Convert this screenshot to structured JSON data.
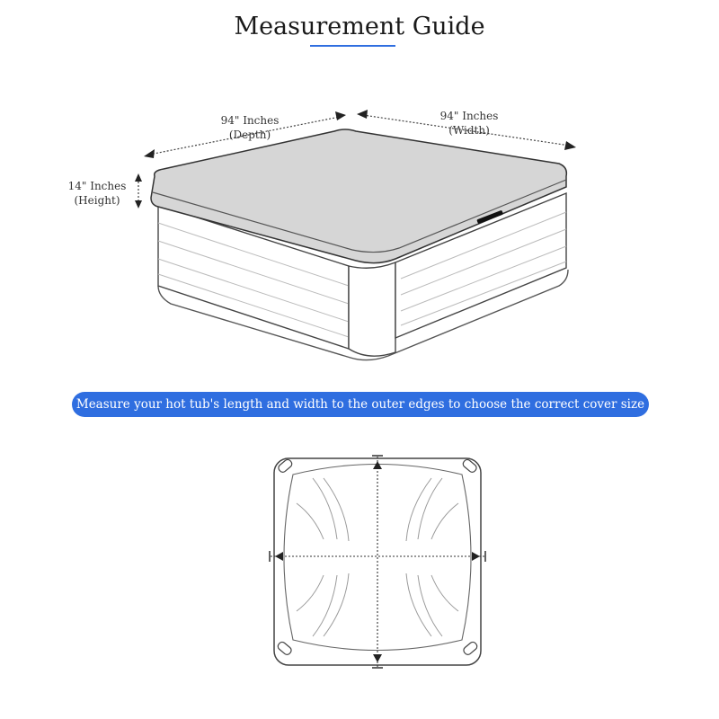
{
  "title": "Measurement Guide",
  "dimensions": {
    "depth": {
      "value": "94\" Inches",
      "caption": "(Depth)"
    },
    "width": {
      "value": "94\" Inches",
      "caption": "(Width)"
    },
    "height": {
      "value": "14\" Inches",
      "caption": "(Height)"
    }
  },
  "banner_text": "Measure your hot tub's length and width to the outer edges to choose the correct cover size",
  "colors": {
    "accent": "#2f6ee0",
    "cover": "#d6d6d6",
    "outline": "#333333"
  }
}
